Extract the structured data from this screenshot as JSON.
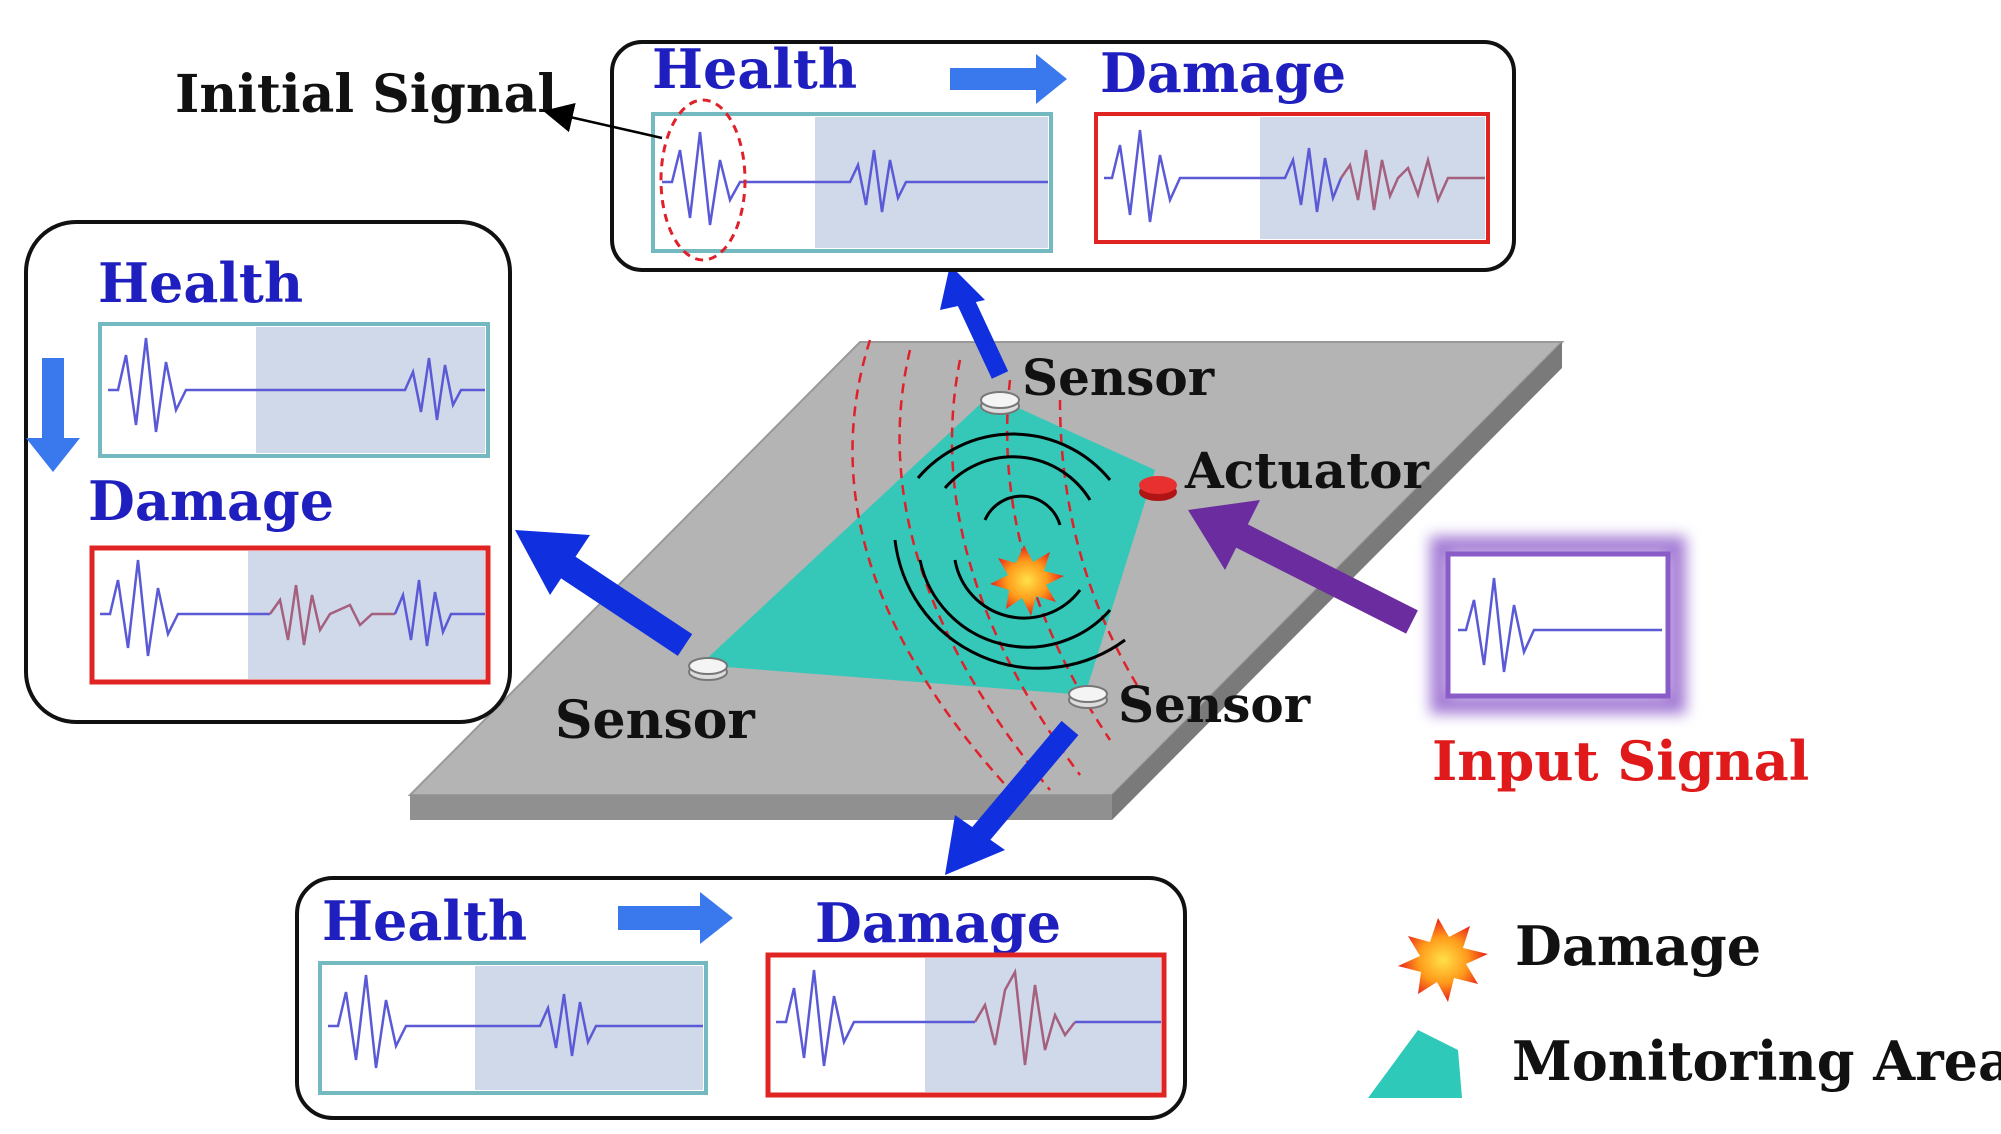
{
  "labels": {
    "initial_signal": "Initial Signal",
    "health": "Health",
    "damage": "Damage",
    "sensor": "Sensor",
    "actuator": "Actuator",
    "input_signal": "Input Signal"
  },
  "legend": {
    "damage": "Damage",
    "monitoring_area": "Monitoring Area"
  },
  "colors": {
    "label_blue": "#1f1fbf",
    "label_red": "#e01a1a",
    "arrow_blue": "#1030e0",
    "arrow_light_blue": "#3a78ee",
    "arrow_purple": "#6a2c9e",
    "plate_top": "#b4b4b4",
    "plate_side": "#8c8c8c",
    "monitor_area": "#2ec9b8",
    "wave_blue": "#5a5ad6",
    "wave_mauve": "#a4607c",
    "shaded_region": "#cfd9ea",
    "health_frame": "#74b8c0",
    "damage_frame": "#e02424",
    "input_glow": "#9b6fd1"
  },
  "icons": [
    "star-burst-icon",
    "sensor-disc-icon",
    "actuator-disc-icon",
    "arrow-icon"
  ]
}
